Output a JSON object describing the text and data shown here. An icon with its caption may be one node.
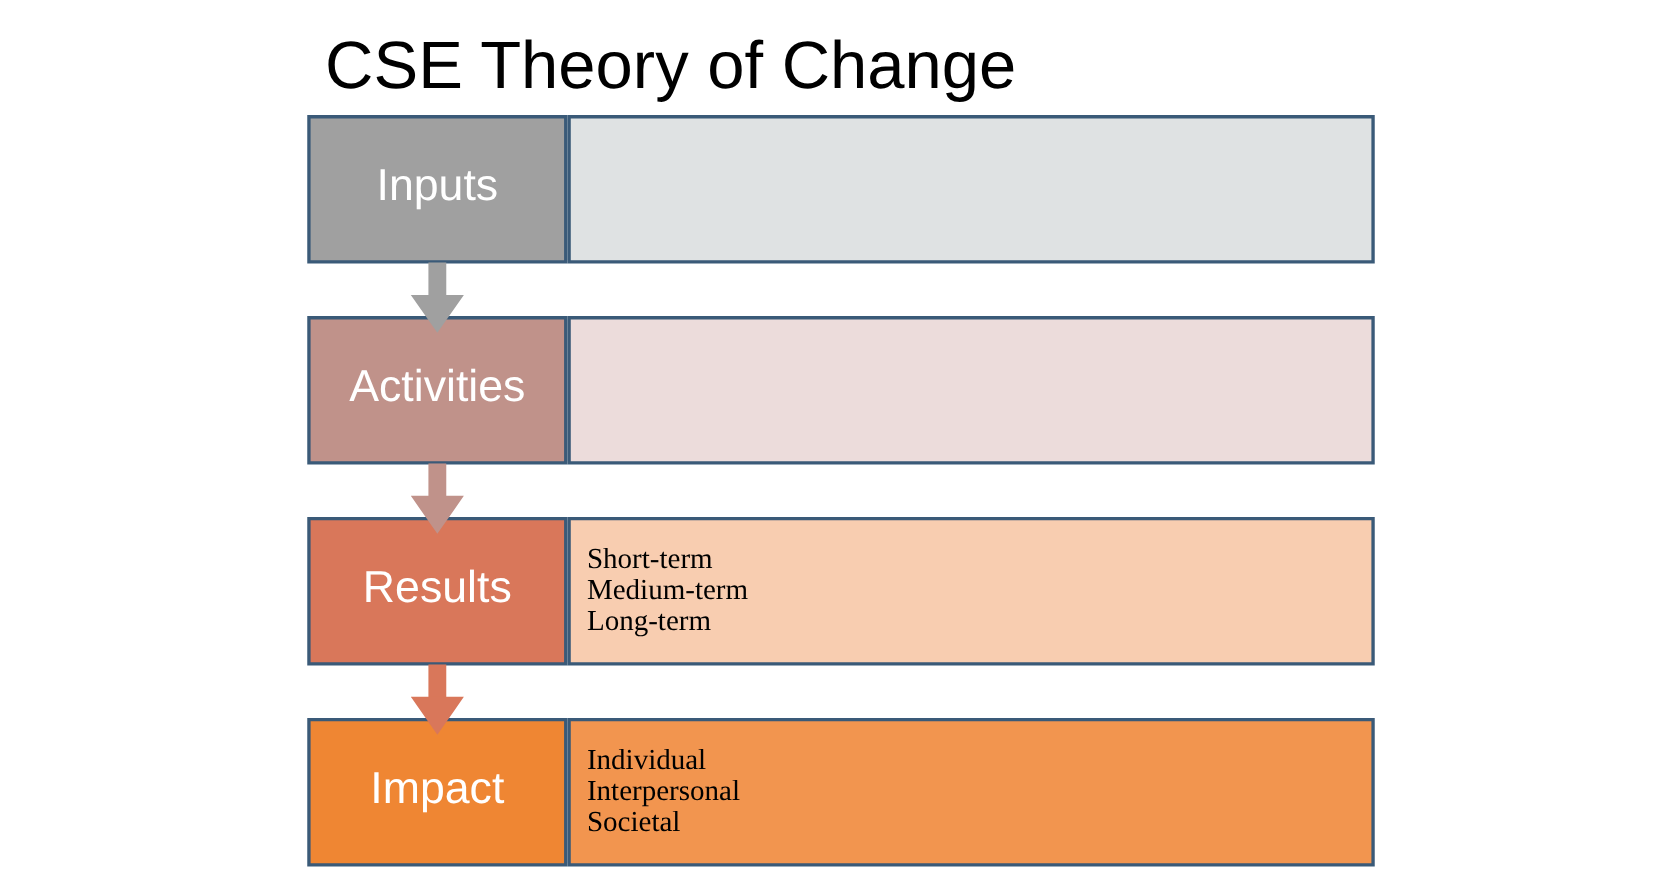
{
  "diagram": {
    "title": "CSE Theory of Change",
    "nodes": [
      {
        "text": [
          "Inputs"
        ]
      },
      {
        "text": [],
        "shape": "box"
      },
      {
        "text": [
          "Activities"
        ]
      },
      {
        "text": [],
        "shape": "box"
      },
      {
        "text": [
          "Results"
        ]
      },
      {
        "text": [
          "Short-term",
          "Medium-term",
          "Long-term"
        ]
      },
      {
        "text": [
          "Impact"
        ]
      },
      {
        "text": [
          "Individual",
          "Interpersonal",
          "Societal"
        ]
      }
    ],
    "edges": [
      {
        "from": 0,
        "to": 2,
        "arrow": "to",
        "color": "#a0a0a0"
      },
      {
        "from": 2,
        "to": 4,
        "arrow": "to",
        "color": "#c0928a"
      },
      {
        "from": 4,
        "to": 6,
        "arrow": "to",
        "color": "#d9775a"
      }
    ]
  }
}
